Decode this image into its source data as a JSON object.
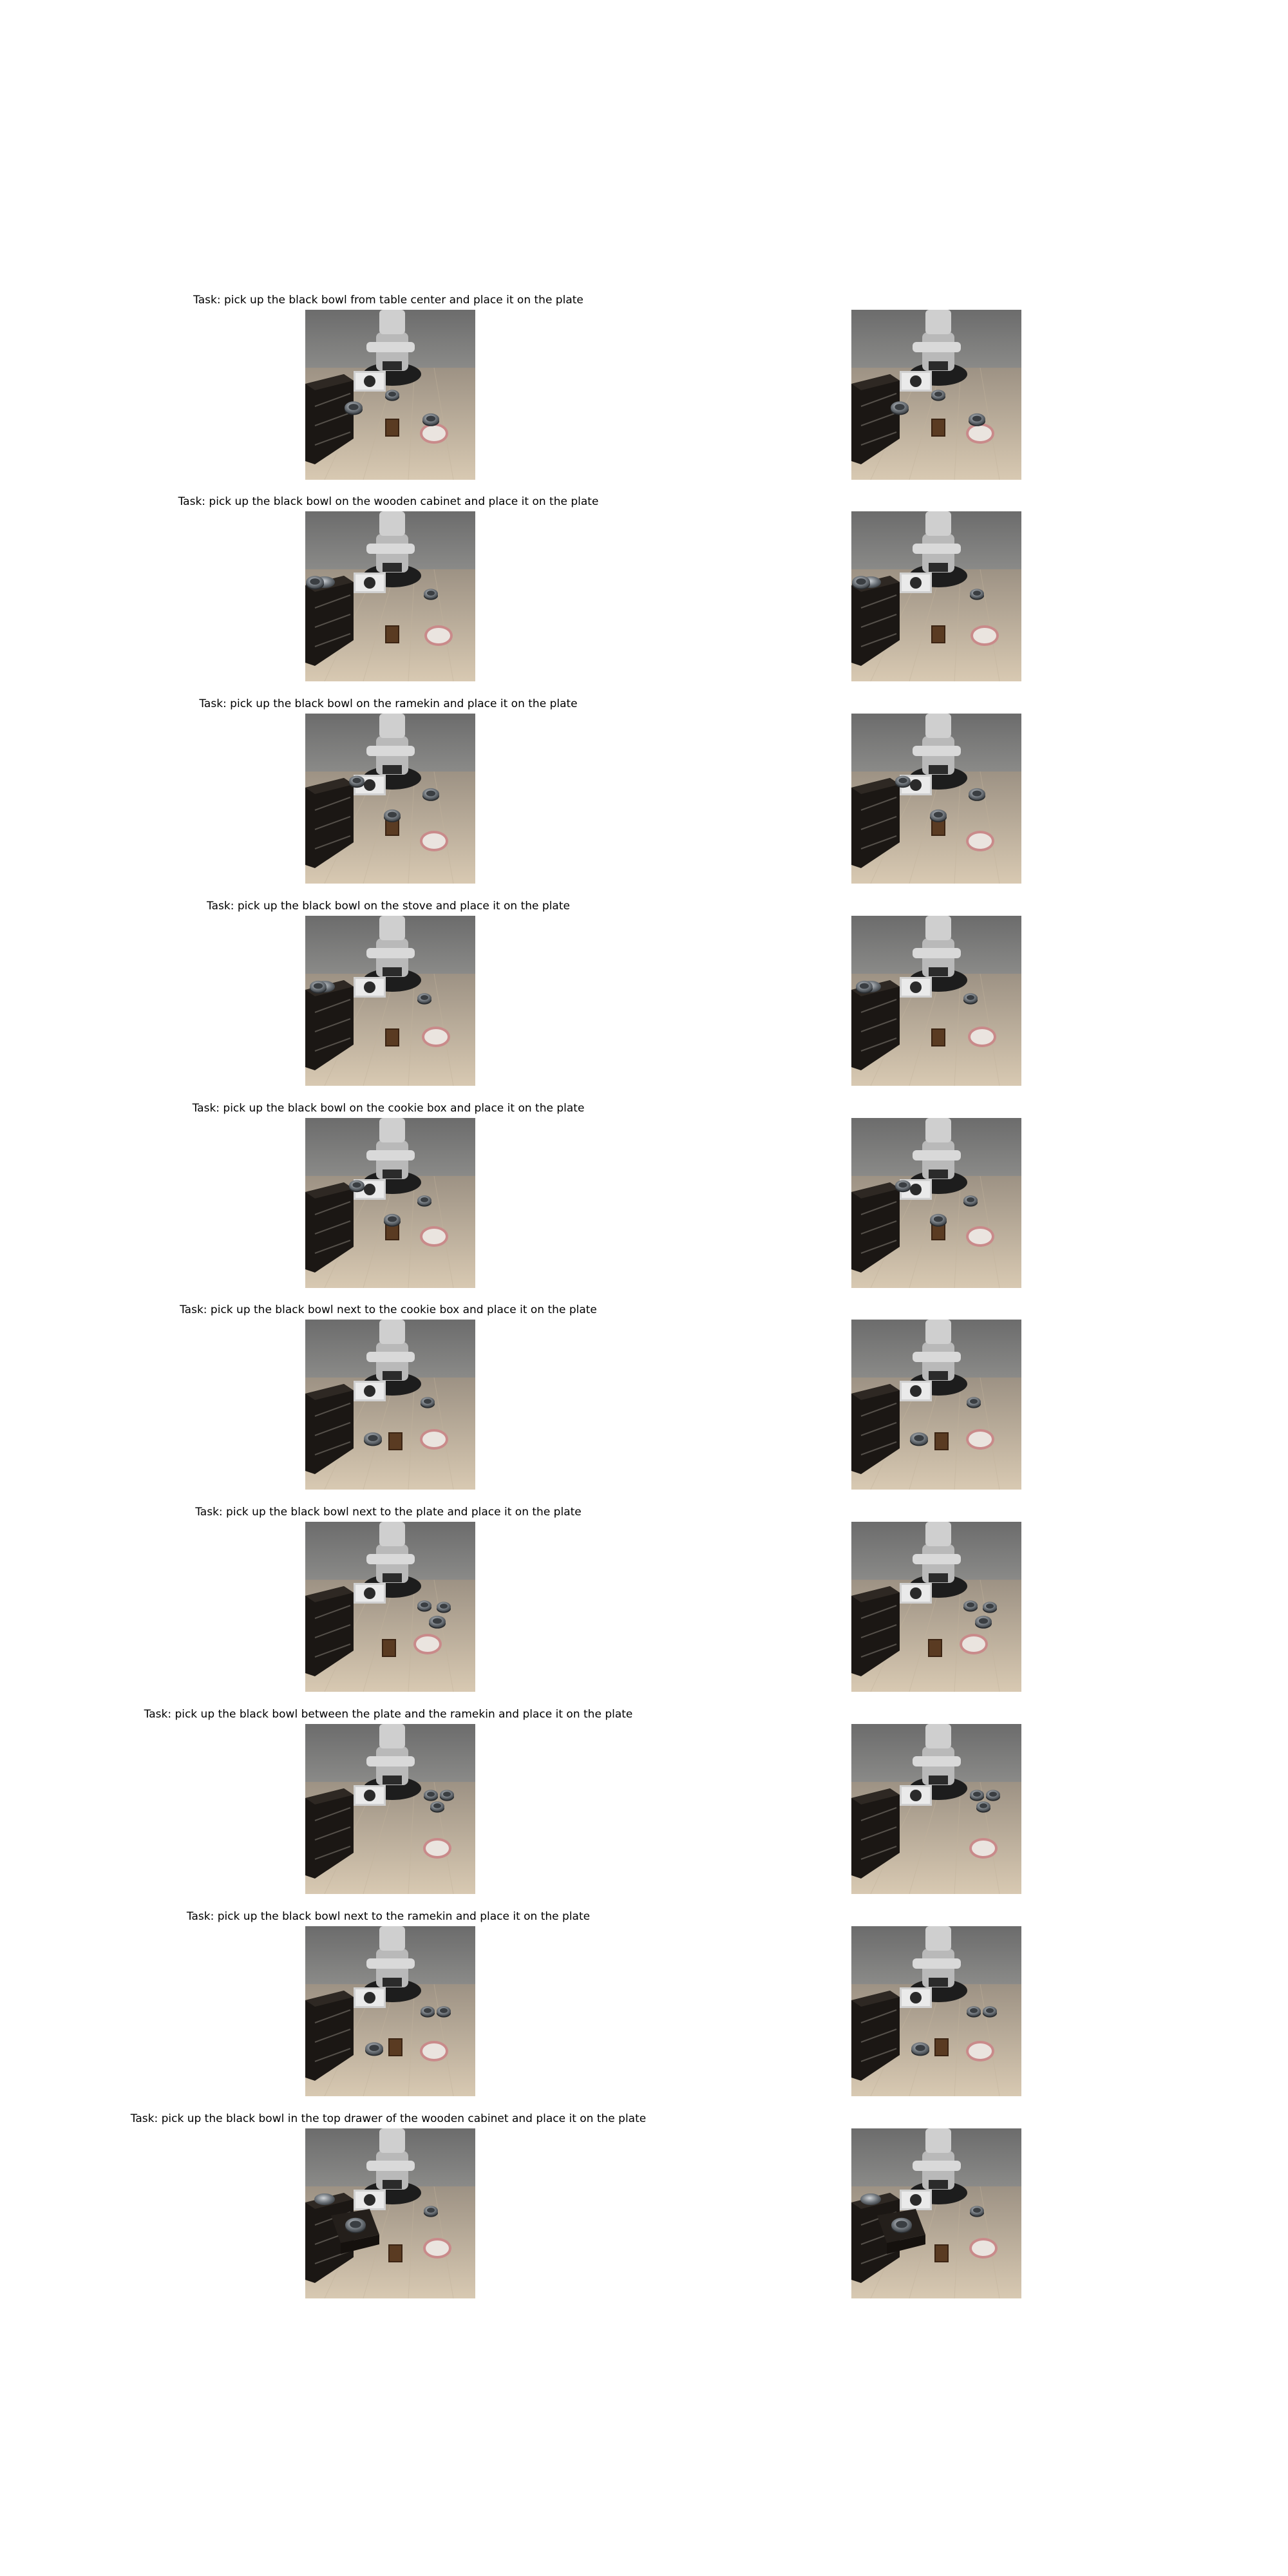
{
  "rows": [
    {
      "task": "Task: pick up the black bowl from table center and place it on the plate"
    },
    {
      "task": "Task: pick up the black bowl on the wooden cabinet and place it on the plate"
    },
    {
      "task": "Task: pick up the black bowl on the ramekin and place it on the plate"
    },
    {
      "task": "Task: pick up the black bowl on the stove and place it on the plate"
    },
    {
      "task": "Task: pick up the black bowl on the cookie box and place it on the plate"
    },
    {
      "task": "Task: pick up the black bowl next to the cookie box and place it on the plate"
    },
    {
      "task": "Task: pick up the black bowl next to the plate and place it on the plate"
    },
    {
      "task": "Task: pick up the black bowl between the plate and the ramekin and place it on the plate"
    },
    {
      "task": "Task: pick up the black bowl next to the ramekin and place it on the plate"
    },
    {
      "task": "Task: pick up the black bowl in the top drawer of the wooden cabinet and place it on the plate"
    }
  ]
}
